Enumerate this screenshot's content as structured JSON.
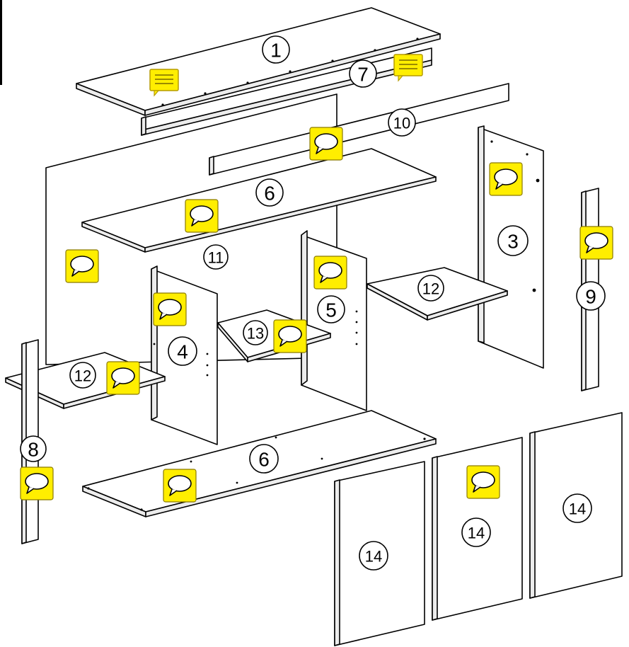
{
  "parts": [
    {
      "id": "part-1",
      "label": "1"
    },
    {
      "id": "part-7",
      "label": "7"
    },
    {
      "id": "part-10",
      "label": "10"
    },
    {
      "id": "part-6-upper",
      "label": "6"
    },
    {
      "id": "part-11",
      "label": "11"
    },
    {
      "id": "part-3",
      "label": "3"
    },
    {
      "id": "part-9",
      "label": "9"
    },
    {
      "id": "part-5",
      "label": "5"
    },
    {
      "id": "part-12-right",
      "label": "12"
    },
    {
      "id": "part-4",
      "label": "4"
    },
    {
      "id": "part-13",
      "label": "13"
    },
    {
      "id": "part-12-left",
      "label": "12"
    },
    {
      "id": "part-8",
      "label": "8"
    },
    {
      "id": "part-6-lower",
      "label": "6"
    },
    {
      "id": "part-14-a",
      "label": "14"
    },
    {
      "id": "part-14-b",
      "label": "14"
    },
    {
      "id": "part-14-c",
      "label": "14"
    }
  ],
  "annotation_icons": {
    "note_color": "#ffee00",
    "comment_color": "#ffee00",
    "note_icon": "note-icon",
    "comment_icon": "speech-bubble-icon"
  }
}
